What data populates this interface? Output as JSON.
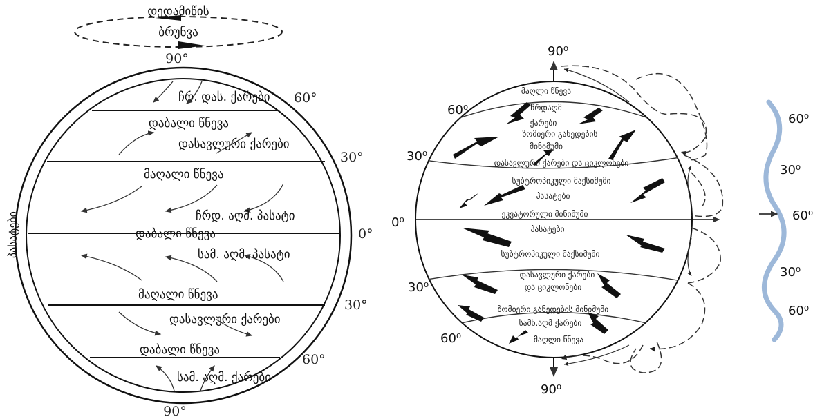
{
  "left_diagram": {
    "rotation_top": "დედამიწის",
    "rotation_bottom": "ბრუნვა",
    "lat_top": "90°",
    "lat_60n": "60°",
    "lat_30n": "30°",
    "lat_0": "0°",
    "lat_30s": "30°",
    "lat_60s": "60°",
    "lat_bottom": "90°",
    "side_label": "პასატები",
    "label_polar_east_n": "ჩრ. დას. ქარები",
    "label_low_pressure_n": "დაბალი წნევა",
    "label_westerlies_n": "დასავლური ქარები",
    "label_high_pressure_n": "მაღალი წნევა",
    "label_trade_ne": "ჩრდ. აღმ. პასატი",
    "label_low_pressure_eq": "დაბალი წნევა",
    "label_trade_se": "სამ. აღმ. პასატი",
    "label_high_pressure_s": "მაღალი წნევა",
    "label_westerlies_s": "დასავლური ქარები",
    "label_low_pressure_s": "დაბალი წნევა",
    "label_polar_east_s": "სამ. აღმ. ქარები"
  },
  "middle_diagram": {
    "lat_90n": "90⁰",
    "lat_60n": "60⁰",
    "lat_30n": "30⁰",
    "lat_0": "0⁰",
    "lat_30s": "30⁰",
    "lat_60s": "60⁰",
    "lat_90s": "90⁰",
    "band_high_n": "მაღლი წნევა",
    "band_polar_n_1": "ჩრდაღმ",
    "band_polar_n_2": "ქარები",
    "band_mid_min_n_1": "ზომიერი განედების",
    "band_mid_min_n_2": "მინიმუმი",
    "band_westerlies_n": "დასავლური ქარები და ციკლონები",
    "band_subtrop_max_n": "სუბტროპიკული მაქსიმუმი",
    "band_trade_n": "პასატები",
    "band_equatorial": "ეკვატორული მინიმუმი",
    "band_trade_s": "პასატები",
    "band_subtrop_max_s": "სუბტროპიკული მაქსიმუმი",
    "band_westerlies_s_1": "დასავლური ქარები",
    "band_westerlies_s_2": "და ციკლონები",
    "band_mid_min_s": "ზომიერი განედების მინიმუმი",
    "band_polar_s": "სამხ.აღმ ქარები",
    "band_high_s": "მაღლი წნევა"
  },
  "right_diagram": {
    "lat_1": "60⁰",
    "lat_2": "30⁰",
    "lat_3": "60⁰",
    "lat_4": "30⁰",
    "lat_5": "60⁰",
    "wave_color": "#9db8d9"
  }
}
